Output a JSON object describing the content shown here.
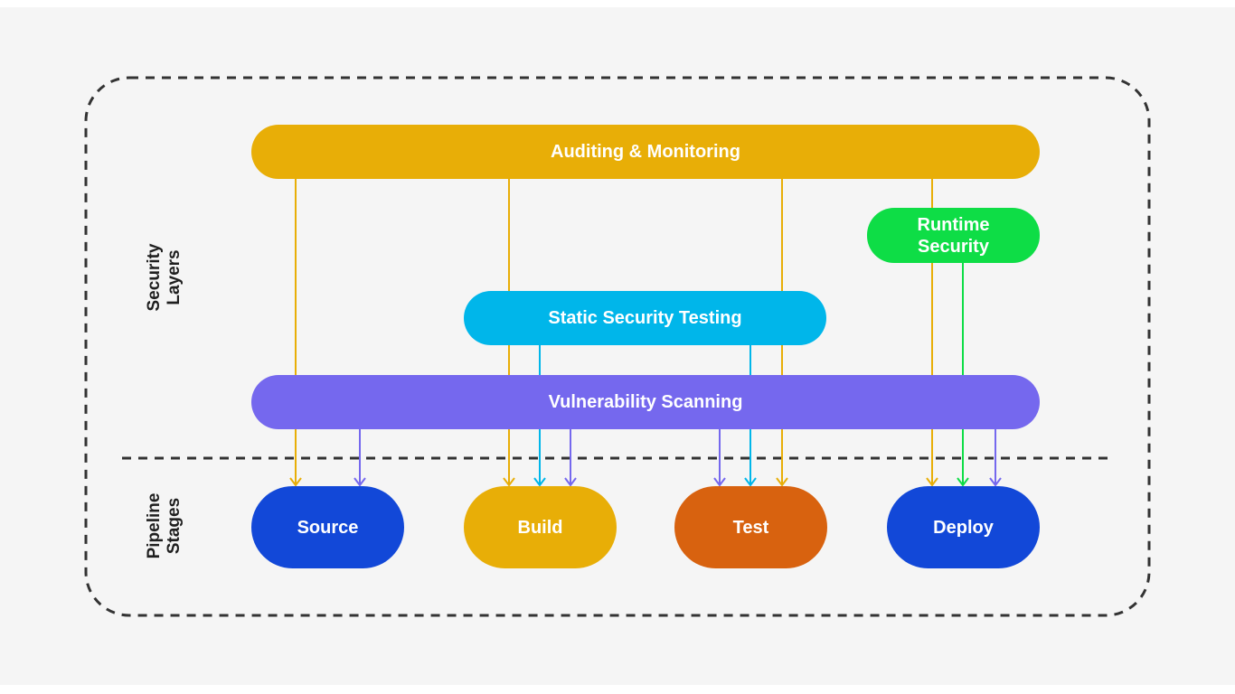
{
  "colors": {
    "background": "#f5f5f5",
    "frame": "#333333",
    "auditing": "#e8ae07",
    "runtime": "#0edd46",
    "static": "#00b6ea",
    "vulnerability": "#7568ee",
    "source": "#1248d8",
    "build": "#e8ae07",
    "test": "#d8620f",
    "deploy": "#1248d8",
    "text_light": "#ffffff",
    "text_dark": "#1f1f1f"
  },
  "side_labels": {
    "security": {
      "line1": "Security",
      "line2": "Layers"
    },
    "pipeline": {
      "line1": "Pipeline",
      "line2": "Stages"
    }
  },
  "layers": {
    "auditing": {
      "label": "Auditing & Monitoring"
    },
    "runtime": {
      "line1": "Runtime",
      "line2": "Security"
    },
    "static": {
      "label": "Static Security Testing"
    },
    "vulnerability": {
      "label": "Vulnerability Scanning"
    }
  },
  "stages": {
    "source": {
      "label": "Source"
    },
    "build": {
      "label": "Build"
    },
    "test": {
      "label": "Test"
    },
    "deploy": {
      "label": "Deploy"
    }
  },
  "connections": [
    {
      "from": "auditing",
      "to": "source"
    },
    {
      "from": "auditing",
      "to": "build"
    },
    {
      "from": "auditing",
      "to": "test"
    },
    {
      "from": "auditing",
      "to": "deploy"
    },
    {
      "from": "static",
      "to": "build"
    },
    {
      "from": "static",
      "to": "test"
    },
    {
      "from": "runtime",
      "to": "deploy"
    },
    {
      "from": "vulnerability",
      "to": "source"
    },
    {
      "from": "vulnerability",
      "to": "build"
    },
    {
      "from": "vulnerability",
      "to": "test"
    },
    {
      "from": "vulnerability",
      "to": "deploy"
    }
  ]
}
